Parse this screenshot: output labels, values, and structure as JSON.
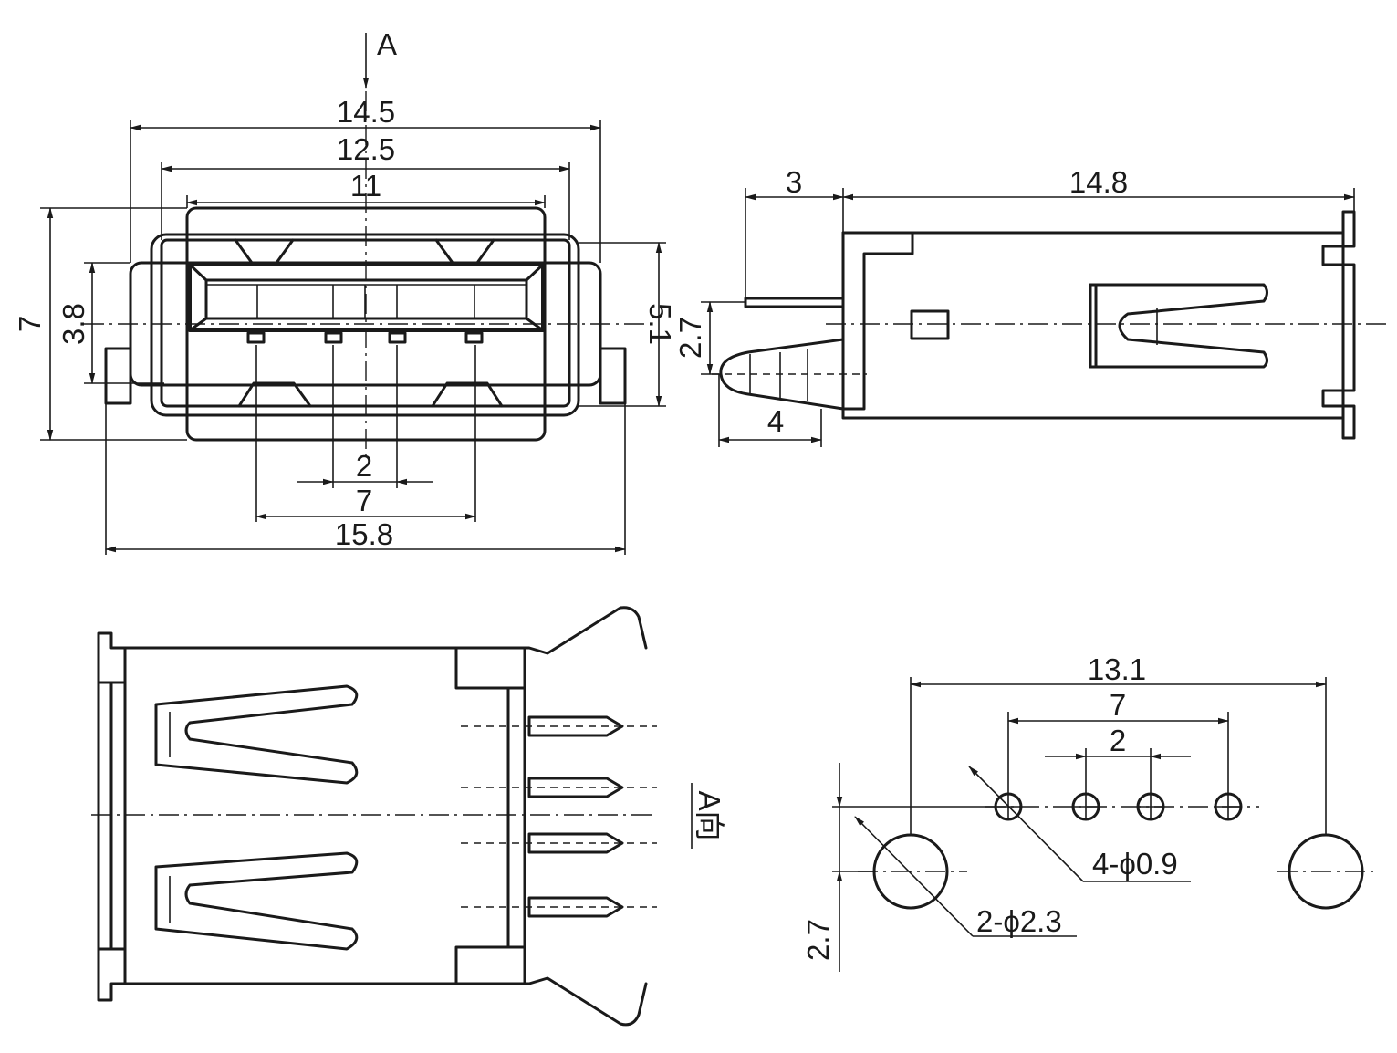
{
  "colors": {
    "line": "#1a1a1a",
    "background": "#ffffff"
  },
  "front_view": {
    "view_label": "A",
    "dims": {
      "width_14_5": "14.5",
      "width_12_5": "12.5",
      "width_11": "11",
      "pitch_2": "2",
      "pitch_7": "7",
      "width_15_8": "15.8",
      "height_7": "7",
      "height_3_8": "3.8",
      "height_5_1": "5.1"
    }
  },
  "side_view": {
    "dims": {
      "len_3": "3",
      "len_14_8": "14.8",
      "height_2_7": "2.7",
      "len_4": "4"
    }
  },
  "bottom_view": {
    "direction_label": "A向"
  },
  "pcb_layout": {
    "dims": {
      "span_13_1": "13.1",
      "span_7": "7",
      "pitch_2": "2",
      "offset_2_7": "2.7"
    },
    "callouts": {
      "small_holes": "4-ϕ0.9",
      "large_holes": "2-ϕ2.3"
    }
  }
}
